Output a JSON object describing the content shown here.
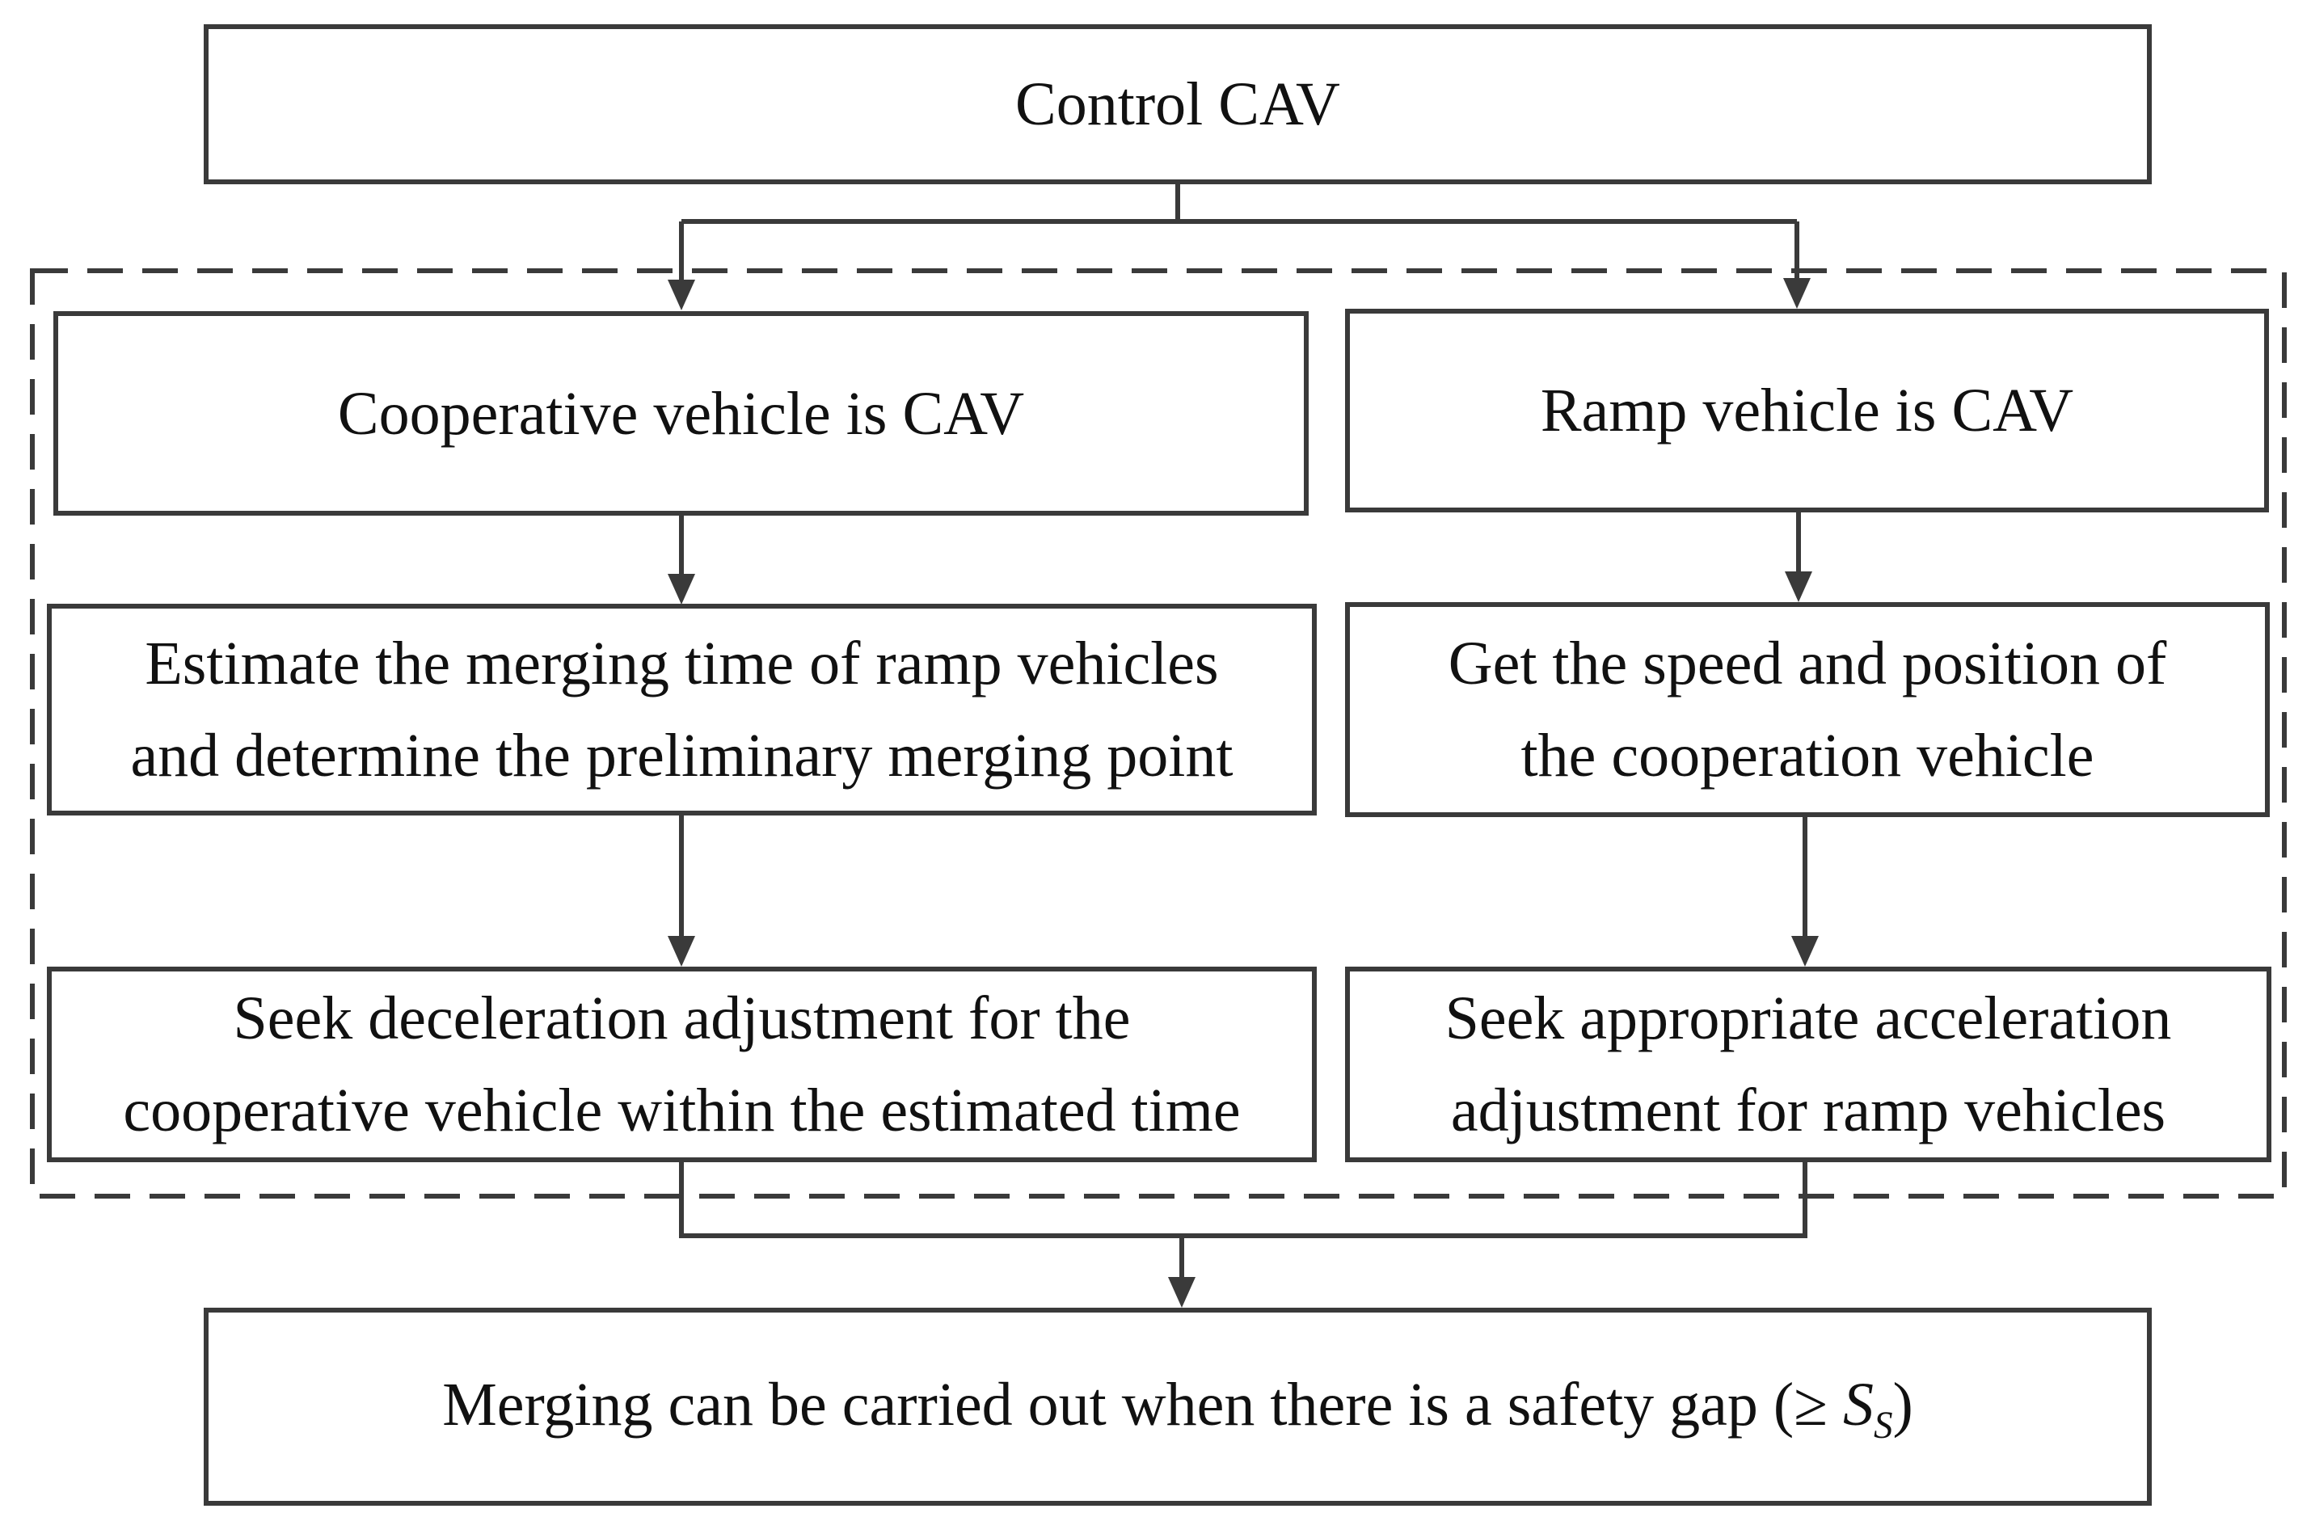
{
  "nodes": {
    "control": {
      "lines": [
        "Control CAV"
      ]
    },
    "coop": {
      "lines": [
        "Cooperative vehicle is CAV"
      ]
    },
    "ramp": {
      "lines": [
        "Ramp vehicle is CAV"
      ]
    },
    "estimate": {
      "lines": [
        "Estimate the merging time of ramp vehicles",
        "and determine the preliminary merging point"
      ]
    },
    "getspeed": {
      "lines": [
        "Get the speed and position of",
        "the cooperation vehicle"
      ]
    },
    "decel": {
      "lines": [
        "Seek deceleration adjustment for the",
        "cooperative vehicle within the estimated time"
      ]
    },
    "accel": {
      "lines": [
        "Seek appropriate acceleration",
        "adjustment for ramp vehicles"
      ]
    },
    "merge": {
      "text_before": "Merging can be carried out when there is a safety gap (≥ ",
      "symbol": "S",
      "symbol_sub": "S",
      "text_after": ")"
    }
  },
  "edges": [
    {
      "from": "control",
      "to": "coop"
    },
    {
      "from": "control",
      "to": "ramp"
    },
    {
      "from": "coop",
      "to": "estimate"
    },
    {
      "from": "ramp",
      "to": "getspeed"
    },
    {
      "from": "estimate",
      "to": "decel"
    },
    {
      "from": "getspeed",
      "to": "accel"
    },
    {
      "from": "decel",
      "to": "merge"
    },
    {
      "from": "accel",
      "to": "merge"
    }
  ],
  "colors": {
    "stroke": "#3a3a3a",
    "text": "#111111",
    "background": "#ffffff"
  }
}
